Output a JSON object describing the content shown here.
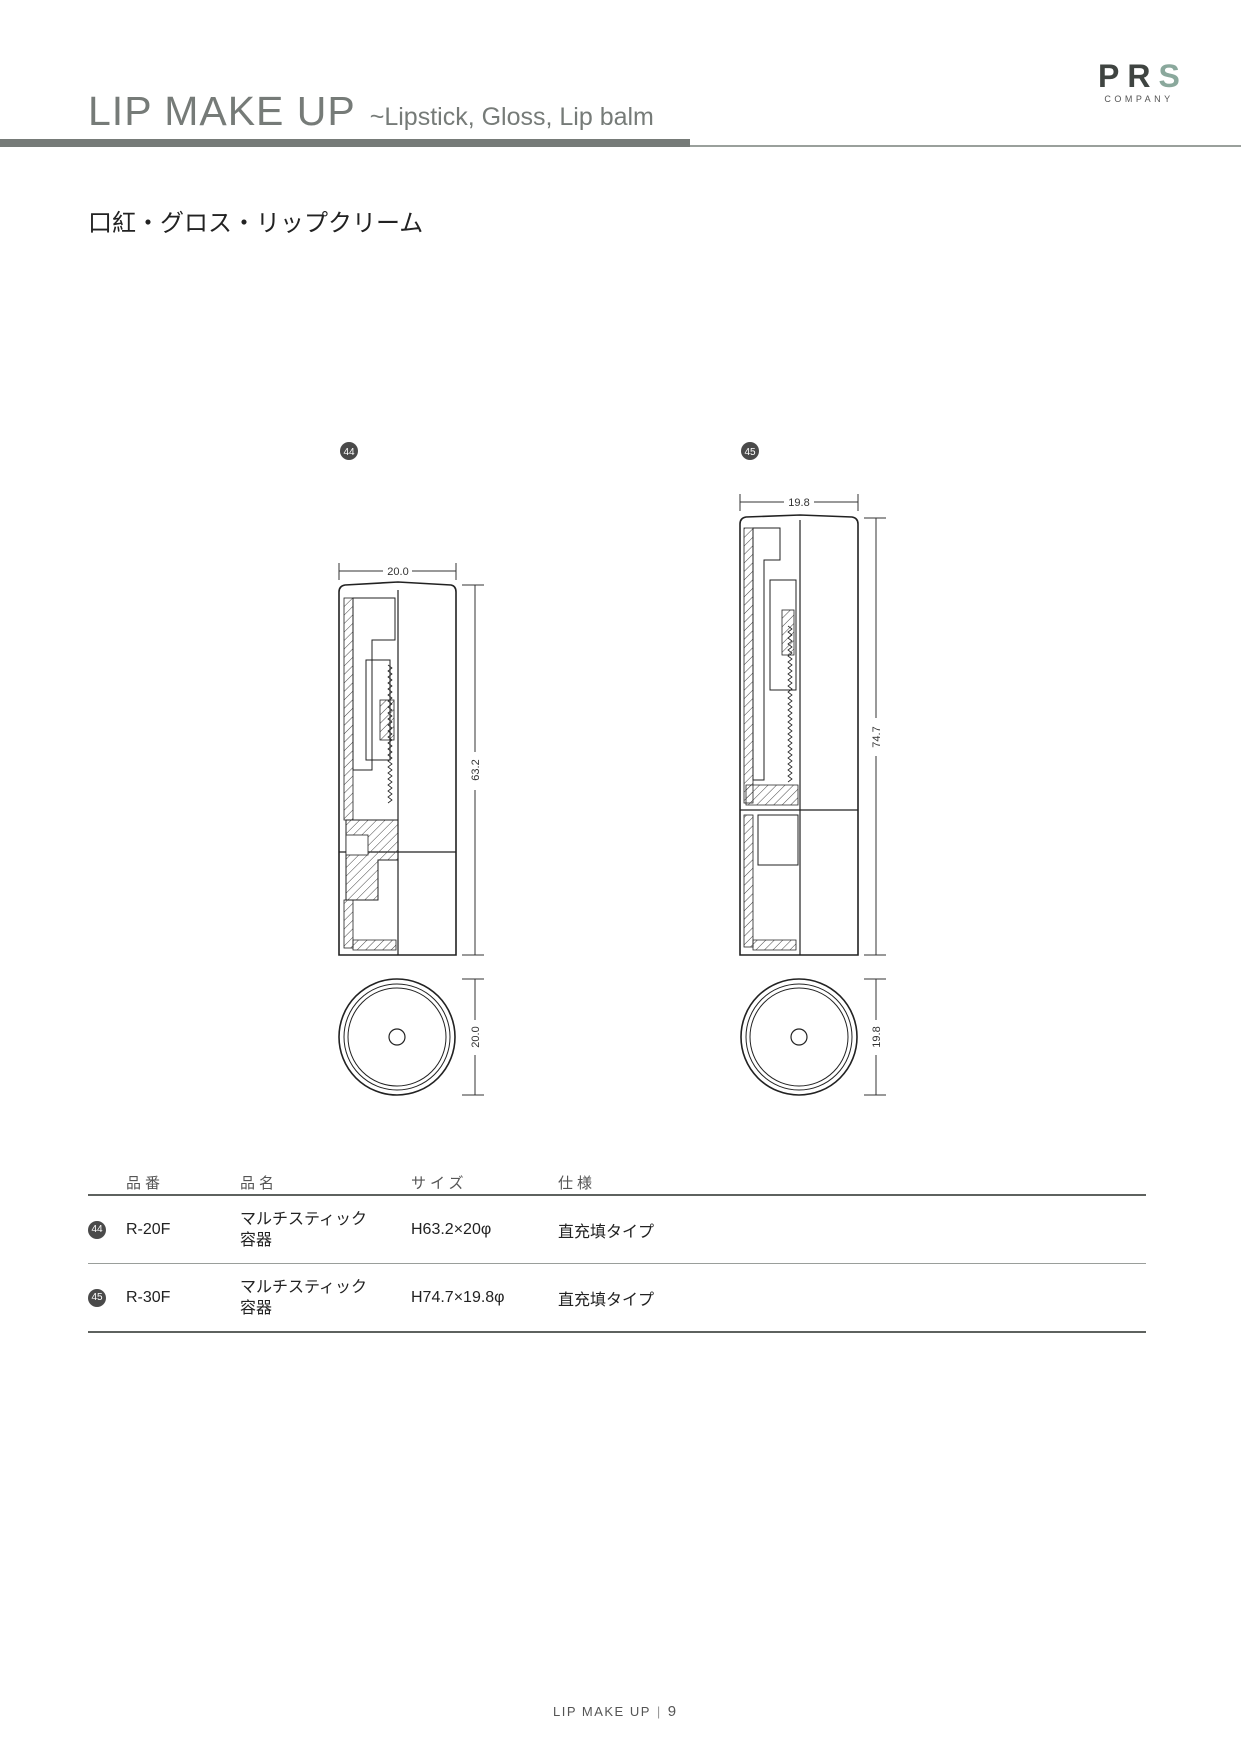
{
  "header": {
    "title": "LIP MAKE UP",
    "subtitle": "~Lipstick, Gloss, Lip balm",
    "logo_mark_pr": "PR",
    "logo_mark_s": "S",
    "logo_company": "COMPANY"
  },
  "section_title": "口紅・グロス・リップクリーム",
  "drawings": [
    {
      "badge": "44",
      "width_dim": "20.0",
      "height_dim": "63.2",
      "diameter_dim": "20.0"
    },
    {
      "badge": "45",
      "width_dim": "19.8",
      "height_dim": "74.7",
      "diameter_dim": "19.8"
    }
  ],
  "table": {
    "headers": {
      "code": "品番",
      "name": "品名",
      "size": "サイズ",
      "spec": "仕様"
    },
    "rows": [
      {
        "badge": "44",
        "code": "R-20F",
        "name_line1": "マルチスティック",
        "name_line2": "容器",
        "size": "H63.2×20φ",
        "spec": "直充填タイプ"
      },
      {
        "badge": "45",
        "code": "R-30F",
        "name_line1": "マルチスティック",
        "name_line2": "容器",
        "size": "H74.7×19.8φ",
        "spec": "直充填タイプ"
      }
    ]
  },
  "footer": {
    "label": "LIP MAKE UP",
    "page": "9"
  },
  "colors": {
    "accent_gray": "#767b78",
    "logo_green": "#8aa89c"
  }
}
